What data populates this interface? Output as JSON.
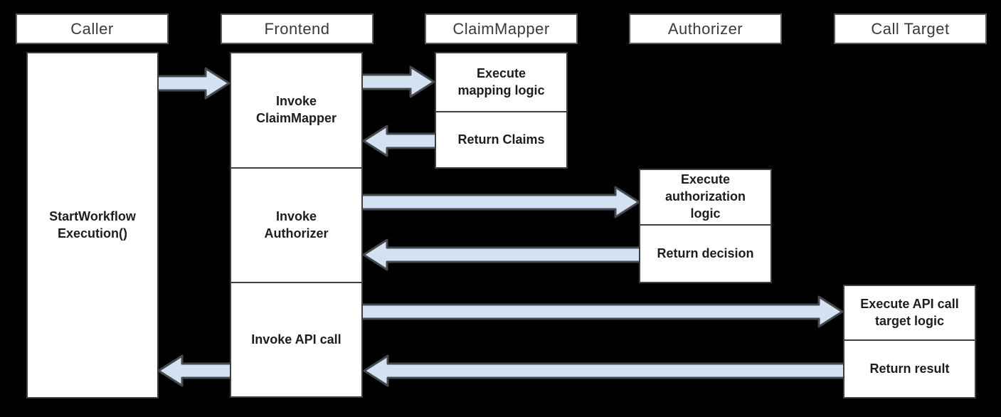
{
  "colors": {
    "background": "#000000",
    "box_fill": "#ffffff",
    "header_border": "#5b5b5b",
    "box_border": "#3f3f3f",
    "header_text": "#3a3a3a",
    "box_text": "#1d1d1d",
    "arrow_fill": "#d2e2f2",
    "arrow_stroke": "#45484d"
  },
  "columns": [
    {
      "header": "Caller",
      "boxes": [
        "StartWorkflow\nExecution()"
      ]
    },
    {
      "header": "Frontend",
      "boxes": [
        "Invoke\nClaimMapper",
        "Invoke\nAuthorizer",
        "Invoke API call"
      ]
    },
    {
      "header": "ClaimMapper",
      "boxes": [
        "Execute\nmapping logic",
        "Return Claims"
      ]
    },
    {
      "header": "Authorizer",
      "boxes": [
        "Execute\nauthorization\nlogic",
        "Return decision"
      ]
    },
    {
      "header": "Call Target",
      "boxes": [
        "Execute API call\ntarget logic",
        "Return result"
      ]
    }
  ],
  "arrows": [
    {
      "from": "Caller",
      "to": "Frontend",
      "direction": "right"
    },
    {
      "from": "Frontend",
      "to": "ClaimMapper",
      "direction": "right"
    },
    {
      "from": "ClaimMapper",
      "to": "Frontend",
      "direction": "left"
    },
    {
      "from": "Frontend",
      "to": "Authorizer",
      "direction": "right"
    },
    {
      "from": "Authorizer",
      "to": "Frontend",
      "direction": "left"
    },
    {
      "from": "Frontend",
      "to": "Call Target",
      "direction": "right"
    },
    {
      "from": "Call Target",
      "to": "Frontend",
      "direction": "left"
    },
    {
      "from": "Frontend",
      "to": "Caller",
      "direction": "left"
    }
  ]
}
